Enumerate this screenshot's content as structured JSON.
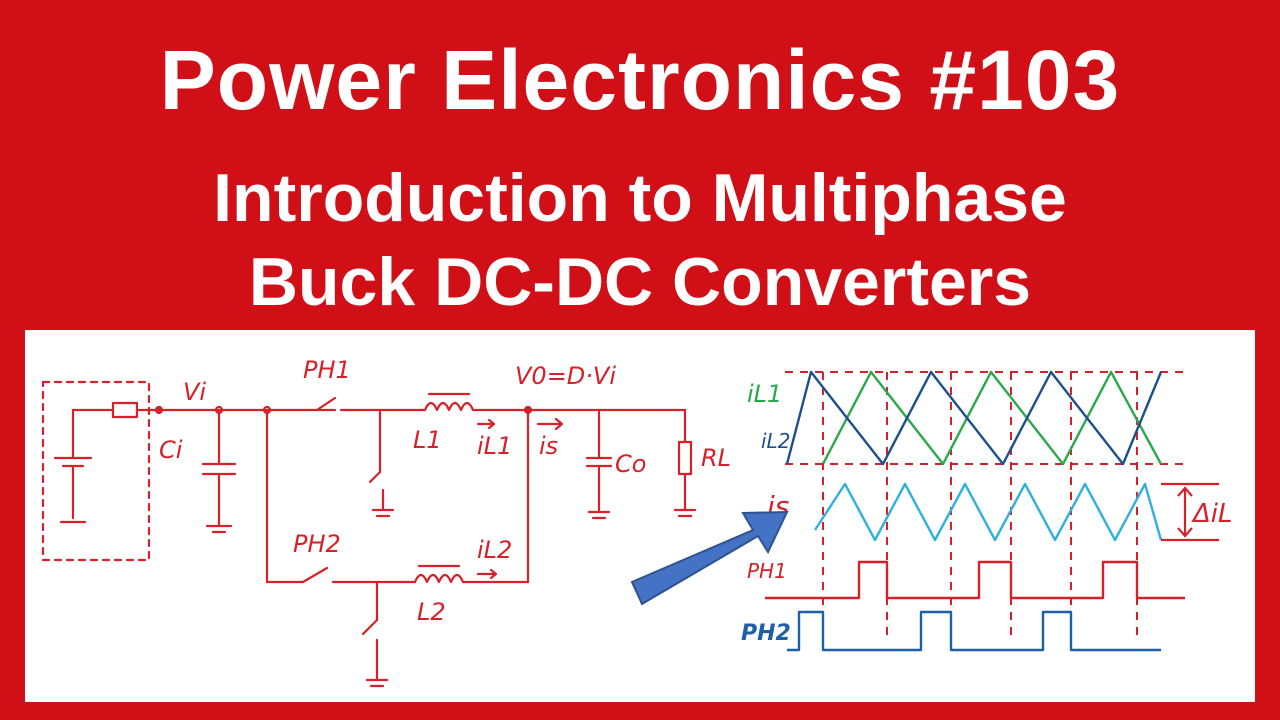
{
  "header": {
    "line1": "Power Electronics #103",
    "line2": "Introduction to Multiphase",
    "line3": "Buck DC-DC Converters"
  },
  "schematic": {
    "vi": "Vi",
    "ci": "Ci",
    "ph1": "PH1",
    "ph2": "PH2",
    "l1": "L1",
    "l2": "L2",
    "il1": "iL1",
    "il2": "iL2",
    "is": "is",
    "vo_eq": "V0=D·Vi",
    "co": "Co",
    "rl": "RL"
  },
  "waveforms": {
    "il1": "iL1",
    "il2": "iL2",
    "is": "is",
    "delta_il": "ΔiL",
    "ph1": "PH1",
    "ph2": "PH2"
  },
  "colors": {
    "background": "#d10f17",
    "ink_red": "#d6202a",
    "il1_green": "#2aa84a",
    "il2_navy": "#1d4f8c",
    "is_cyan": "#2fb0e0",
    "ph2_blue": "#1f5fa8",
    "arrow_blue": "#4472c4"
  }
}
